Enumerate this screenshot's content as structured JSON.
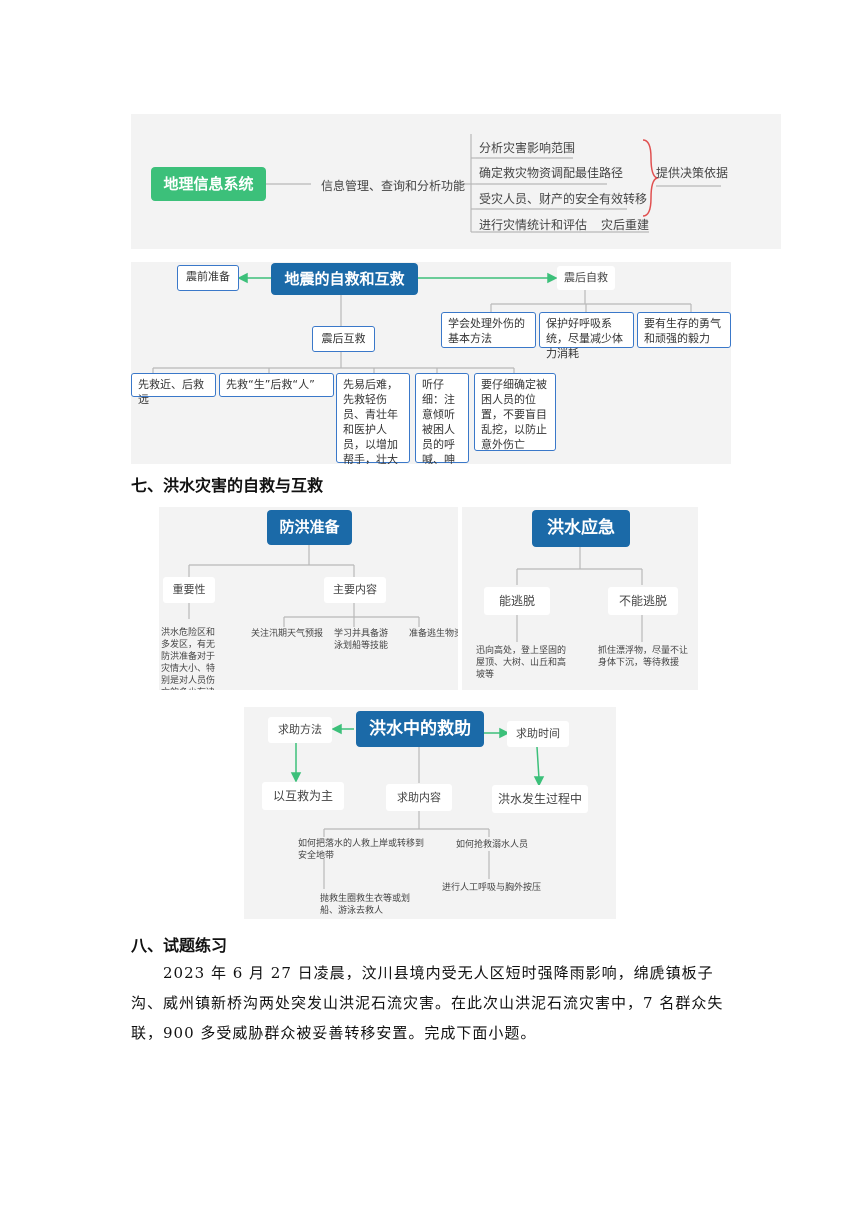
{
  "gis": {
    "root": "地理信息系统",
    "function": "信息管理、查询和分析功能",
    "items": [
      "分析灾害影响范围",
      "确定救灾物资调配最佳路径",
      "受灾人员、财产的安全有效转移",
      "进行灾情统计和评估"
    ],
    "brace_label": "提供决策依据",
    "after_label": "灾后重建"
  },
  "quake": {
    "root": "地震的自救和互救",
    "before": "震前准备",
    "self": "震后自救",
    "self_items": [
      "学会处理外伤的基本方法",
      "保护好呼吸系统，尽量减少体力消耗",
      "要有生存的勇气和顽强的毅力"
    ],
    "mutual": "震后互救",
    "mutual_items": [
      "先救近、后救远",
      "先救“生”后救“人”",
      "先易后难，先救轻伤员、青壮年和医护人员，以增加帮手，壮大救助队伍",
      "听仔细：注意倾听被困人员的呼喊、呻吟、敲击声",
      "要仔细确定被困人员的位置，不要盲目乱挖，以防止意外伤亡"
    ]
  },
  "section7": {
    "title": "七、洪水灾害的自救与互救"
  },
  "flood_prep": {
    "root": "防洪准备",
    "importance": "重要性",
    "importance_text": "洪水危险区和多发区，有无防洪准备对于灾情大小、特别是对人员伤亡的多少有决定性作用",
    "main": "主要内容",
    "main_items": [
      "关注汛期天气预报",
      "学习并具备游泳划船等技能",
      "准备逃生物资"
    ]
  },
  "flood_emerg": {
    "root": "洪水应急",
    "can": "能逃脱",
    "can_text": "迅向高处，登上坚固的屋顶、大树、山丘和高坡等",
    "cannot": "不能逃脱",
    "cannot_text": "抓住漂浮物，尽量不让身体下沉，等待救援"
  },
  "flood_rescue": {
    "root": "洪水中的救助",
    "method": "求助方法",
    "method_value": "以互救为主",
    "time": "求助时间",
    "time_value": "洪水发生过程中",
    "content": "求助内容",
    "content_items": [
      "如何把落水的人救上岸或转移到安全地带",
      "如何抢救溺水人员",
      "抛救生圈救生衣等或划船、游泳去救人",
      "进行人工呼吸与胸外按压"
    ]
  },
  "section8": {
    "title": "八、试题练习",
    "paragraph": "2023 年 6 月 27 日凌晨，汶川县境内受无人区短时强降雨影响，绵虒镇板子沟、威州镇新桥沟两处突发山洪泥石流灾害。在此次山洪泥石流灾害中，7 名群众失联，900 多受威胁群众被妥善转移安置。完成下面小题。"
  }
}
